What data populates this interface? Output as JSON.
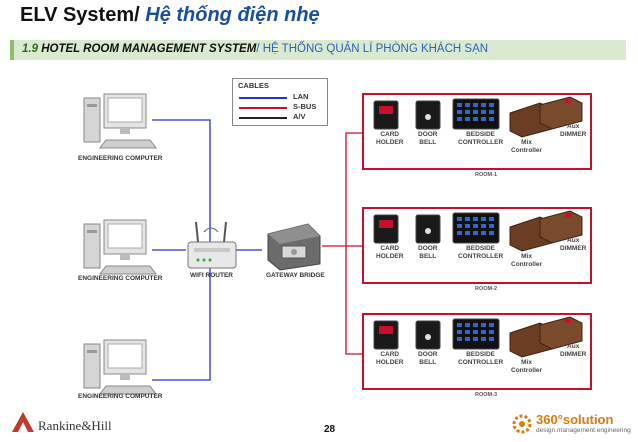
{
  "header": {
    "title_en": "ELV System/",
    "title_vi": " Hệ thống điện nhẹ",
    "section_num": "1.9",
    "section_en": "HOTEL ROOM MANAGEMENT SYSTEM",
    "section_vi": "/ HỆ THỐNG QUẢN LÍ PHÒNG KHÁCH SẠN"
  },
  "legend": {
    "title": "CABLES",
    "items": [
      {
        "label": "LAN",
        "color": "#2b2fd1"
      },
      {
        "label": "S-BUS",
        "color": "#c8102e"
      },
      {
        "label": "A/V",
        "color": "#222222"
      }
    ]
  },
  "computers": [
    "ENGINEERING COMPUTER",
    "ENGINEERING COMPUTER",
    "ENGINEERING COMPUTER"
  ],
  "router_label": "WIFI ROUTER",
  "gateway_label": "GATEWAY BRIDGE",
  "devices": {
    "card": "CARD\nHOLDER",
    "door": "DOOR\nBELL",
    "bedside": "BEDSIDE\nCONTROLLER",
    "mix": "Mix\nController",
    "aux": "Aux\nDIMMER"
  },
  "rooms": [
    "ROOM-1",
    "ROOM-2",
    "ROOM-3"
  ],
  "footer": {
    "page": "28",
    "left_logo": "Rankine&Hill",
    "right_logo": "360°solution",
    "right_sub": "design.management.engineering"
  }
}
